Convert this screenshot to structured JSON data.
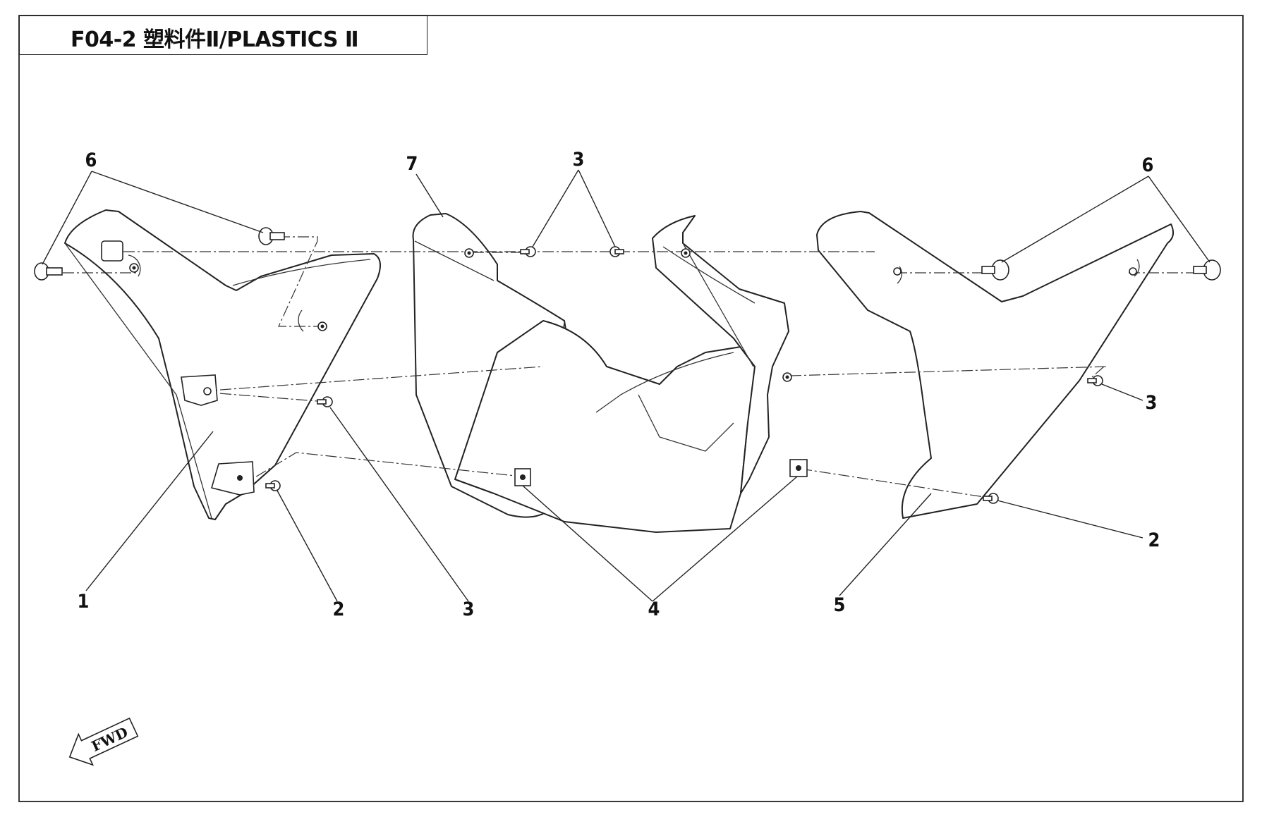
{
  "diagram": {
    "title": "F04-2  塑料件Ⅱ/PLASTICS Ⅱ",
    "callouts": {
      "c1": "1",
      "c2a": "2",
      "c2b": "2",
      "c3a": "3",
      "c3b": "3",
      "c3c": "3",
      "c4": "4",
      "c5": "5",
      "c6a": "6",
      "c6b": "6",
      "c7": "7"
    },
    "fwd_label": "FWD"
  }
}
